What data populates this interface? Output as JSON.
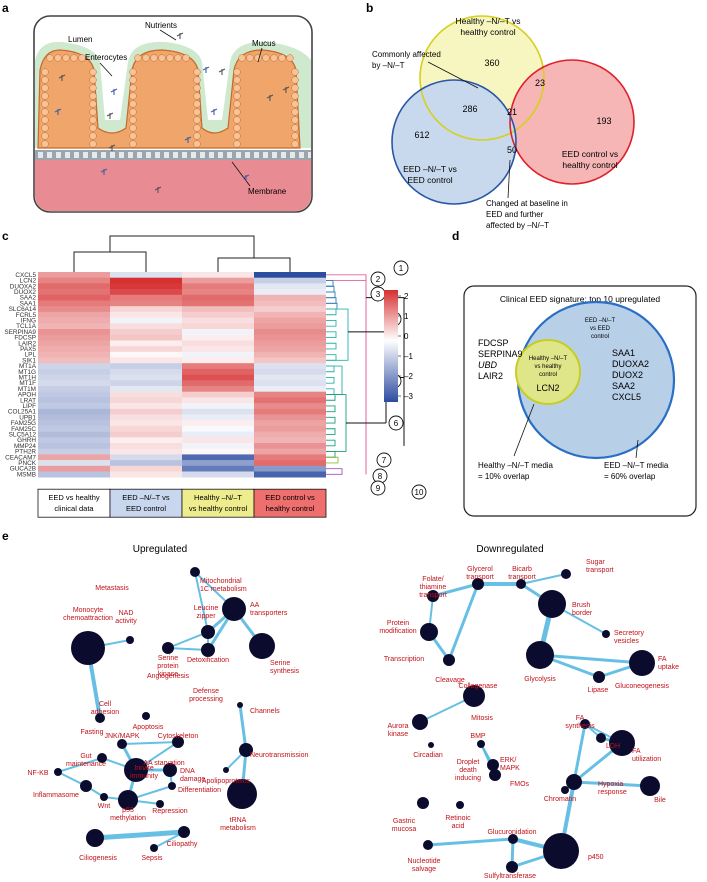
{
  "panels": {
    "a": {
      "letter": "a",
      "labels": {
        "lumen": "Lumen",
        "nutrients": "Nutrients",
        "mucus": "Mucus",
        "enterocytes": "Enterocytes",
        "membrane": "Membrane"
      }
    },
    "b": {
      "letter": "b",
      "sets": [
        {
          "label": "Healthy –N/–T vs healthy control",
          "color": "#f3ef9a",
          "stroke": "#d4d01e"
        },
        {
          "label": "EED –N/–T vs EED control",
          "color": "#a9c3e3",
          "stroke": "#2a56a6"
        },
        {
          "label": "EED control vs healthy control",
          "color": "#f28a8a",
          "stroke": "#e0202a"
        }
      ],
      "set_lines": {
        "top": [
          "Healthy –N/–T vs",
          "healthy control"
        ],
        "left": [
          "EED –N/–T vs",
          "EED control"
        ],
        "right": [
          "EED control vs",
          "healthy control"
        ]
      },
      "counts": {
        "healthy_only": "360",
        "eed_only": "612",
        "control_only": "193",
        "healthy_eed": "286",
        "healthy_control": "23",
        "all": "21",
        "eed_control": "50"
      },
      "annotations": {
        "common": [
          "Commonly affected",
          "by –N/–T"
        ],
        "baseline": [
          "Changed at baseline in",
          "EED and further",
          "affected by –N/–T"
        ]
      }
    },
    "c": {
      "letter": "c",
      "genes": [
        "CXCL5",
        "LCN2",
        "DUOXA2",
        "DUOX2",
        "SAA2",
        "SAA1",
        "SLC6A14",
        "FCRL5",
        "IFNG",
        "TCL1A",
        "SERPINA9",
        "FDCSP",
        "LAIR2",
        "PAX5",
        "LPL",
        "SIK1",
        "MT1A",
        "MT1G",
        "MT1H",
        "MT1F",
        "MT1M",
        "APOH",
        "LRAT",
        "LIPF",
        "COL25A1",
        "UPB1",
        "FAM25G",
        "FAM25C",
        "SLC5A12",
        "GHRH",
        "MMP24",
        "PTH2R",
        "CEACAM7",
        "PNCK",
        "GUCA2B",
        "MSMB"
      ],
      "columns": [
        {
          "label": [
            "EED vs healthy",
            "clinical data"
          ],
          "color": "#ffffff"
        },
        {
          "label": [
            "EED –N/–T vs",
            "EED control"
          ],
          "color": "#c9d7ee"
        },
        {
          "label": [
            "Healthy –N/–T",
            "vs healthy control"
          ],
          "color": "#eeed8d"
        },
        {
          "label": [
            "EED control vs",
            "healthy control"
          ],
          "color": "#ef6f6f"
        }
      ],
      "values": [
        [
          1.2,
          -0.5,
          0.3,
          -3.0
        ],
        [
          1.5,
          2.5,
          1.2,
          -0.8
        ],
        [
          1.8,
          2.4,
          1.6,
          -0.4
        ],
        [
          1.7,
          2.2,
          1.5,
          -0.3
        ],
        [
          1.9,
          1.6,
          1.8,
          0.9
        ],
        [
          1.6,
          1.5,
          1.7,
          0.8
        ],
        [
          1.4,
          0.5,
          0.8,
          0.6
        ],
        [
          1.1,
          0.3,
          0.6,
          0.9
        ],
        [
          1.0,
          -0.2,
          0.4,
          1.1
        ],
        [
          0.9,
          0.4,
          0.5,
          1.2
        ],
        [
          1.3,
          0.6,
          -0.2,
          1.4
        ],
        [
          1.2,
          0.7,
          0.2,
          1.3
        ],
        [
          1.1,
          0.2,
          0.4,
          1.2
        ],
        [
          1.0,
          0.5,
          0.3,
          1.1
        ],
        [
          0.9,
          0.1,
          -0.2,
          0.9
        ],
        [
          0.8,
          0.3,
          0.2,
          0.7
        ],
        [
          -0.7,
          -0.8,
          1.6,
          -0.5
        ],
        [
          -0.8,
          -0.6,
          1.9,
          -0.6
        ],
        [
          -0.7,
          -0.5,
          2.1,
          -0.4
        ],
        [
          -0.6,
          -0.7,
          1.8,
          -0.5
        ],
        [
          -0.8,
          -0.4,
          1.5,
          -0.3
        ],
        [
          -0.9,
          0.4,
          0.6,
          1.5
        ],
        [
          -1.0,
          0.5,
          0.3,
          1.7
        ],
        [
          -0.9,
          0.3,
          -0.2,
          1.4
        ],
        [
          -1.2,
          0.6,
          -0.5,
          1.6
        ],
        [
          -1.1,
          0.4,
          -0.3,
          1.3
        ],
        [
          -1.0,
          0.3,
          0.2,
          1.1
        ],
        [
          -0.9,
          0.5,
          -0.1,
          1.2
        ],
        [
          -1.1,
          0.6,
          -0.3,
          1.0
        ],
        [
          -0.9,
          0.2,
          0.3,
          0.9
        ],
        [
          -1.0,
          0.4,
          -0.2,
          1.3
        ],
        [
          -0.8,
          0.3,
          0.1,
          1.1
        ],
        [
          1.1,
          -0.6,
          -2.5,
          1.6
        ],
        [
          -0.5,
          -1.0,
          -1.6,
          1.8
        ],
        [
          1.2,
          0.5,
          -2.2,
          -1.7
        ],
        [
          -1.0,
          0.3,
          -0.6,
          -2.6
        ]
      ],
      "cluster_ids": [
        "1",
        "2",
        "3",
        "4",
        "5",
        "6",
        "7",
        "8",
        "9",
        "10"
      ],
      "colorbar_ticks": [
        "2",
        "1",
        "0",
        "–1",
        "–2",
        "–3"
      ]
    },
    "d": {
      "letter": "d",
      "title": "Clinical EED signature: top 10 upregulated",
      "outer_genes": [
        "FDCSP",
        "SERPINA9",
        "UBD",
        "LAIR2"
      ],
      "big_circle_label": [
        "EED –N/–T",
        "vs EED",
        "control"
      ],
      "small_circle_label": [
        "Healthy –N/–T",
        "vs healthy",
        "control"
      ],
      "inner_gene": "LCN2",
      "big_genes": [
        "SAA1",
        "DUOXA2",
        "DUOX2",
        "SAA2",
        "CXCL5"
      ],
      "notes": {
        "healthy": [
          "Healthy –N/–T media",
          "= 10% overlap"
        ],
        "eed": [
          "EED –N/–T media",
          "= 60% overlap"
        ]
      }
    },
    "e": {
      "letter": "e",
      "up_title": "Upregulated",
      "down_title": "Downregulated",
      "up_labels": {
        "metastasis": "Metastasis",
        "mito1c": [
          "Mitochondrial",
          "1C metabolism"
        ],
        "monocyte": [
          "Monocyte",
          "chemoattraction"
        ],
        "nad": [
          "NAD",
          "activity"
        ],
        "leucine": [
          "Leucine",
          "zipper"
        ],
        "aa": [
          "AA",
          "transporters"
        ],
        "serprot": [
          "Serine",
          "protein",
          "kinase"
        ],
        "detox": "Detoxification",
        "sersyn": [
          "Serine",
          "synthesis"
        ],
        "angio": "Angiogenesis",
        "defense": [
          "Defense",
          "processing"
        ],
        "celladh": [
          "Cell",
          "adhesion"
        ],
        "fasting": "Fasting",
        "apoptosis": "Apoptosis",
        "channels": "Channels",
        "jnk": "JNK/MAPK",
        "cyto": "Cytoskeleton",
        "gut": [
          "Gut",
          "maintenance"
        ],
        "innate": [
          "Innate",
          "immunity"
        ],
        "aastarv": [
          "AA starvation"
        ],
        "dna": [
          "DNA",
          "damage"
        ],
        "nfkb": "NF-KB",
        "neuro": "Neurotransmission",
        "diff": "Differentiation",
        "inflam": "Inflammasome",
        "wnt": "Wnt",
        "apolipo": "Apolipoproteins",
        "p53": [
          "p53",
          "methylation"
        ],
        "repress": "Repression",
        "trna": [
          "tRNA",
          "metabolism"
        ],
        "cilio": "Ciliopathy",
        "sepsis": "Sepsis",
        "ciliogen": "Ciliogenesis"
      },
      "down_labels": {
        "folate": [
          "Folate/",
          "thiamine",
          "transport"
        ],
        "glycerol": [
          "Glycerol",
          "transport"
        ],
        "bicarb": [
          "Bicarb",
          "transport"
        ],
        "sugar": [
          "Sugar",
          "transport"
        ],
        "protmod": [
          "Protein",
          "modification"
        ],
        "brush": [
          "Brush",
          "border"
        ],
        "secretory": [
          "Secretory",
          "vesicles"
        ],
        "transcription": "Transcription",
        "cleavage": "Cleavage",
        "collagenase": "Collagenase",
        "glycolysis": "Glycolysis",
        "fauptake": [
          "FA",
          "uptake"
        ],
        "lipase": "Lipase",
        "gluconeo": "Gluconeogenesis",
        "aurora": [
          "Aurora",
          "kinase"
        ],
        "mitosis": "Mitosis",
        "circadian": "Circadian",
        "bmp": "BMP",
        "droplet": [
          "Droplet",
          "death",
          "inducing"
        ],
        "erk": [
          "ERK/",
          "MAPK"
        ],
        "fmos": "FMOs",
        "fasyn": [
          "FA",
          "synthesis"
        ],
        "ldh": "LDH",
        "fautil": [
          "FA",
          "utilization"
        ],
        "hypoxia": [
          "Hypoxia",
          "response"
        ],
        "chromatin": "Chromatin",
        "bile": "Bile",
        "gastric": [
          "Gastric",
          "mucosa"
        ],
        "retinoic": [
          "Retinoic",
          "acid"
        ],
        "glucuron": "Glucuronidation",
        "p450": "p450",
        "nucleotide": [
          "Nucleotide",
          "salvage"
        ],
        "sulfo": "Sulfyltransferase"
      }
    }
  },
  "colors": {
    "accent_red": "#c0121a",
    "node": "#0b0b2e",
    "edge": "#4db6e0"
  }
}
